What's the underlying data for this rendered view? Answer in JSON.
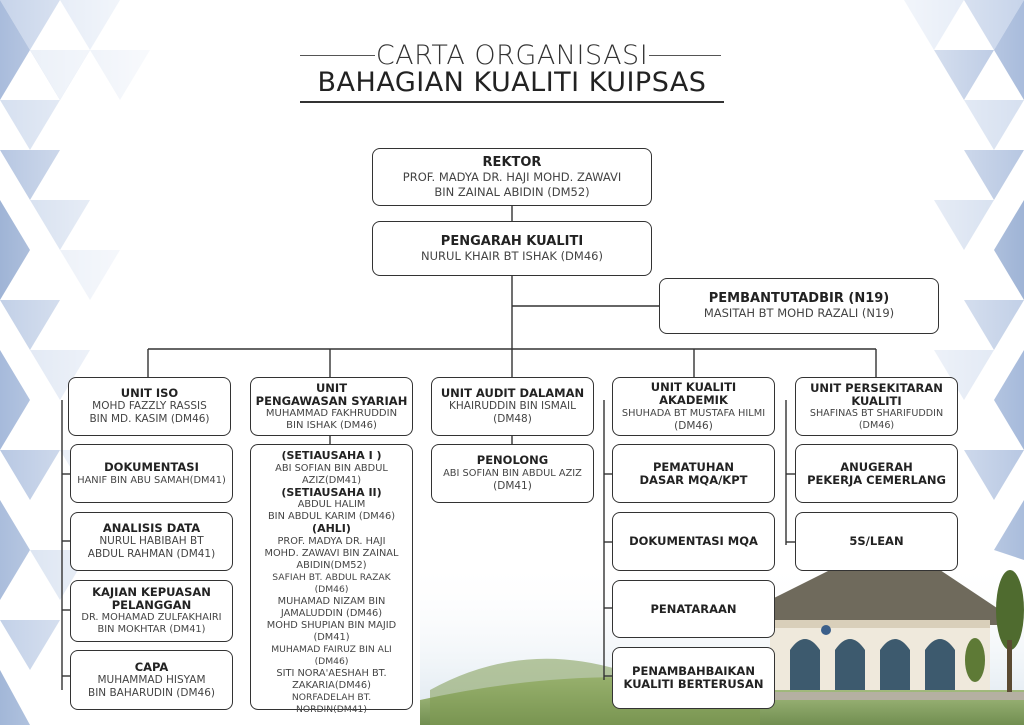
{
  "header": {
    "title_line1": "CARTA ORGANISASI",
    "title_line2": "BAHAGIAN KUALITI KUIPSAS"
  },
  "top": {
    "rektor": {
      "title": "REKTOR",
      "name1": "PROF. MADYA DR. HAJI  MOHD. ZAWAVI",
      "name2": "BIN ZAINAL ABIDIN (DM52)"
    },
    "pengarah": {
      "title": "PENGARAH KUALITI",
      "name": "NURUL KHAIR BT ISHAK (DM46)"
    },
    "pembantu": {
      "title": "PEMBANTUTADBIR (N19)",
      "name": "MASITAH BT MOHD RAZALI (N19)"
    }
  },
  "units": {
    "iso": {
      "title": "UNIT ISO",
      "name1": "MOHD FAZZLY RASSIS",
      "name2": "BIN MD. KASIM (DM46)"
    },
    "syariah": {
      "title1": "UNIT",
      "title2": "PENGAWASAN SYARIAH",
      "name1": "MUHAMMAD FAKHRUDDIN",
      "name2": "BIN ISHAK (DM46)"
    },
    "audit": {
      "title": "UNIT AUDIT DALAMAN",
      "name1": "KHAIRUDDIN BIN ISMAIL",
      "name2": "(DM48)"
    },
    "akademik": {
      "title": "UNIT KUALITI AKADEMIK",
      "name1": "SHUHADA BT MUSTAFA HILMI",
      "name2": "(DM46)"
    },
    "persekitaran": {
      "title1": "UNIT PERSEKITARAN",
      "title2": "KUALITI",
      "name1": "SHAFINAS BT SHARIFUDDIN",
      "name2": "(DM46)"
    }
  },
  "iso_sub": {
    "dokumentasi": {
      "title": "DOKUMENTASI",
      "name": "HANIF BIN ABU SAMAH(DM41)"
    },
    "analisis": {
      "title": "ANALISIS DATA",
      "name1": "NURUL HABIBAH BT",
      "name2": "ABDUL RAHMAN (DM41)"
    },
    "kajian": {
      "title1": "KAJIAN KEPUASAN",
      "title2": "PELANGGAN",
      "name1": "DR. MOHAMAD ZULFAKHAIRI",
      "name2": "BIN MOKHTAR (DM41)"
    },
    "capa": {
      "title": "CAPA",
      "name1": "MUHAMMAD HISYAM",
      "name2": "BIN BAHARUDIN (DM46)"
    }
  },
  "syariah_sub": {
    "setiausaha1_title": "(SETIAUSAHA I )",
    "setiausaha1_name1": "ABI SOFIAN BIN ABDUL",
    "setiausaha1_name2": "AZIZ(DM41)",
    "setiausaha2_title": "(SETIAUSAHA II)",
    "setiausaha2_name1": "ABDUL HALIM",
    "setiausaha2_name2": "BIN ABDUL KARIM (DM46)",
    "ahli_title": "(AHLI)",
    "ahli_lines": [
      "PROF. MADYA DR. HAJI",
      "MOHD. ZAWAVI BIN ZAINAL",
      "ABIDIN(DM52)",
      "SAFIAH BT. ABDUL RAZAK (DM46)",
      "MUHAMAD NIZAM BIN",
      "JAMALUDDIN (DM46)",
      "MOHD SHUPIAN BIN MAJID",
      "(DM41)",
      "MUHAMAD FAIRUZ BIN ALI (DM46)",
      "SITI NORA'AESHAH BT.",
      "ZAKARIA(DM46)",
      "NORFADELAH BT. NORDIN(DM41)"
    ]
  },
  "audit_sub": {
    "title": "PENOLONG",
    "name1": "ABI SOFIAN BIN ABDUL AZIZ",
    "name2": "(DM41)"
  },
  "akademik_sub": {
    "pematuhan1": "PEMATUHAN",
    "pematuhan2": "DASAR MQA/KPT",
    "dokumentasi_mqa": "DOKUMENTASI MQA",
    "penataraan": "PENATARAAN",
    "penambahbaikan1": "PENAMBAHBAIKAN",
    "penambahbaikan2": "KUALITI BERTERUSAN"
  },
  "persekitaran_sub": {
    "anugerah1": "ANUGERAH",
    "anugerah2": "PEKERJA CEMERLANG",
    "lean": "5S/LEAN"
  },
  "colors": {
    "line": "#333333",
    "hex_blue": "#9fb4d6",
    "hex_light": "#dfe7f3"
  }
}
